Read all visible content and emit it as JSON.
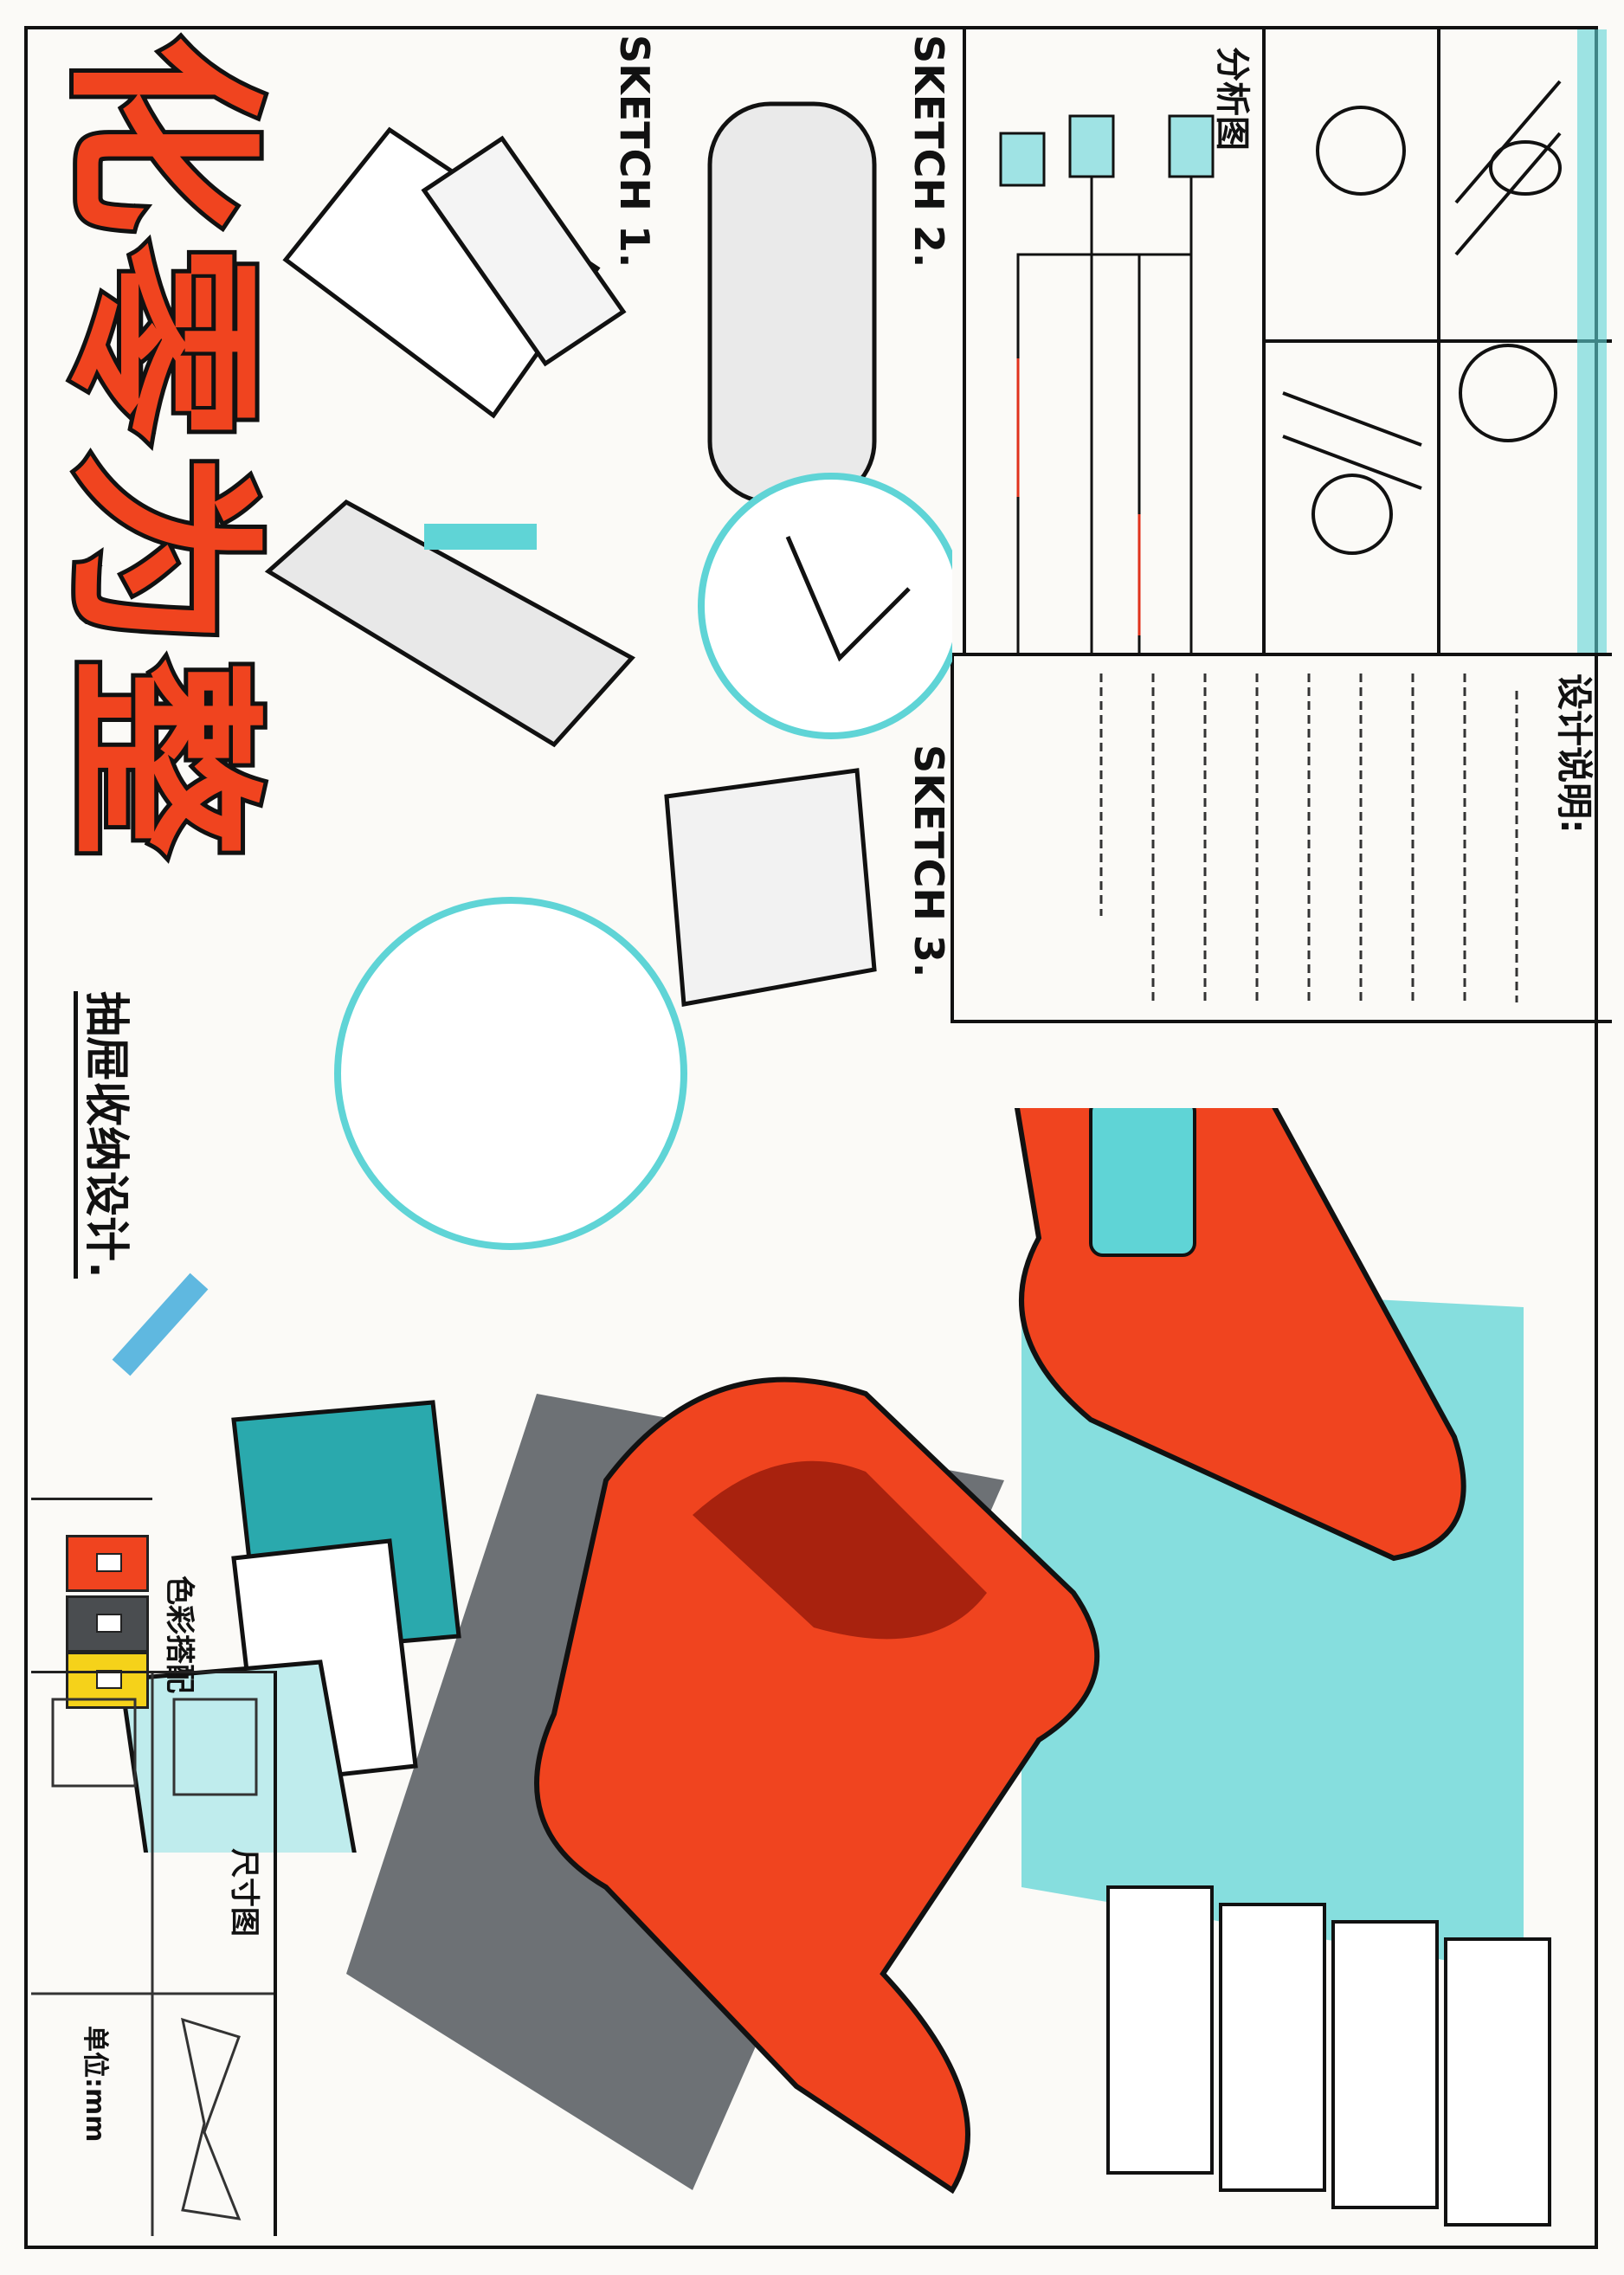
{
  "title": {
    "text": [
      "化",
      "零",
      "为",
      "整"
    ],
    "color": "#f0441f"
  },
  "subtitle": "抽屉收纳设计.",
  "sketches": [
    {
      "label": "SKETCH 1."
    },
    {
      "label": "SKETCH 2."
    },
    {
      "label": "SKETCH 3."
    }
  ],
  "analysis": {
    "heading": "分析图"
  },
  "description": {
    "heading": "设计说明:"
  },
  "color_scheme": {
    "label": "色彩搭配",
    "swatches": [
      {
        "name": "orange-red",
        "color": "#f0441f"
      },
      {
        "name": "dark-gray",
        "color": "#4a4d50"
      },
      {
        "name": "yellow",
        "color": "#f5d21a"
      }
    ]
  },
  "dimensions": {
    "heading": "尺寸图",
    "unit": "单位:mm"
  },
  "palette": {
    "accent": "#f0441f",
    "cyan": "#5fd4d6",
    "ink": "#111111",
    "gray": "#6d7175"
  }
}
